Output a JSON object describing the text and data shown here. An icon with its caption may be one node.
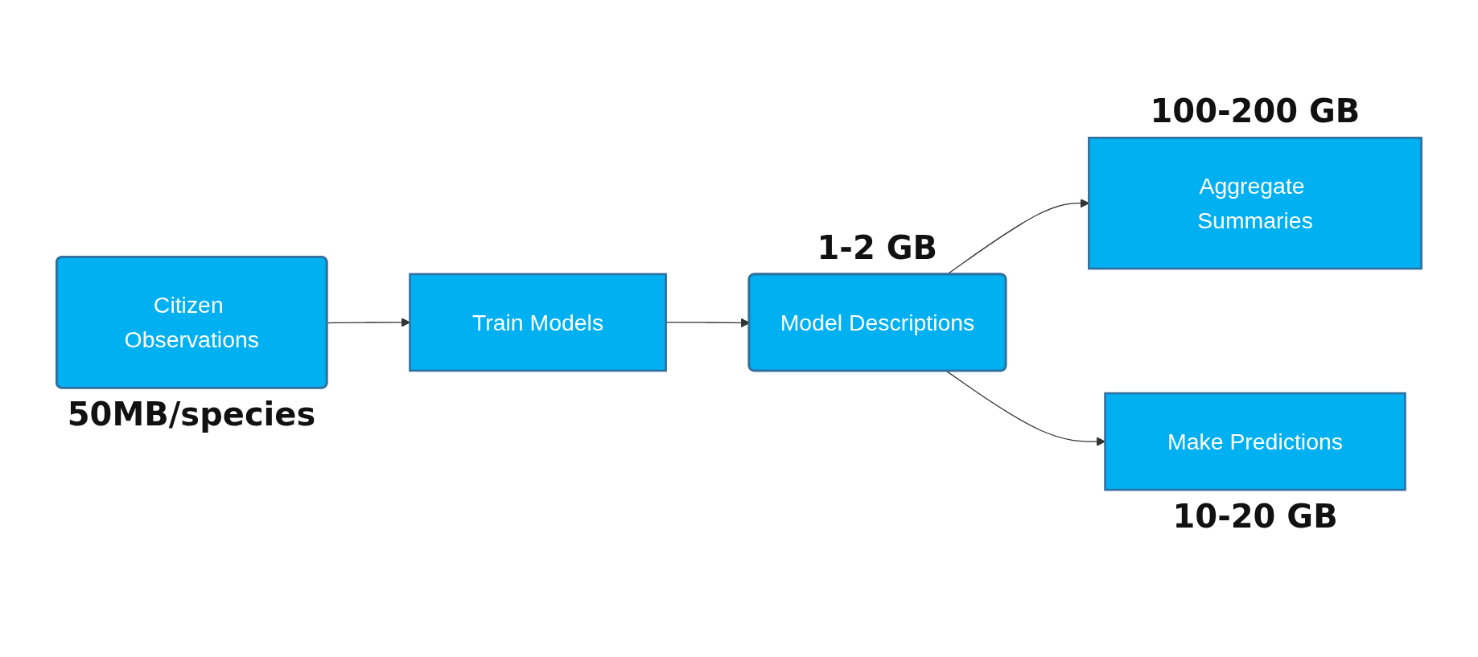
{
  "diagram": {
    "nodes": [
      {
        "text": [
          "Citizen Observations"
        ],
        "beside": [
          "50MB/species"
        ]
      },
      {
        "text": [
          "Train Models"
        ]
      },
      {
        "text": [
          "Model Descriptions"
        ],
        "beside": [
          "1-2 GB"
        ]
      },
      {
        "text": [
          "Aggregate Summaries"
        ],
        "beside": [
          "100-200 GB"
        ]
      },
      {
        "text": [
          "Make Predictions"
        ],
        "beside": [
          "10-20 GB"
        ]
      }
    ],
    "edges": [
      {
        "from": 0,
        "to": 1,
        "arrow": "to"
      },
      {
        "from": 1,
        "to": 2,
        "arrow": "to"
      },
      {
        "from": 2,
        "to": 3,
        "arrow": "to"
      },
      {
        "from": 2,
        "to": 4,
        "arrow": "to"
      }
    ]
  }
}
